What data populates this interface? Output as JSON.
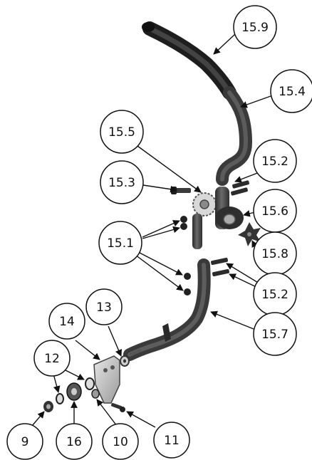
{
  "diagram": {
    "callouts": [
      {
        "id": "c-15-9",
        "label": "15.9"
      },
      {
        "id": "c-15-4",
        "label": "15.4"
      },
      {
        "id": "c-15-5",
        "label": "15.5"
      },
      {
        "id": "c-15-2a",
        "label": "15.2"
      },
      {
        "id": "c-15-3",
        "label": "15.3"
      },
      {
        "id": "c-15-6",
        "label": "15.6"
      },
      {
        "id": "c-15-1",
        "label": "15.1"
      },
      {
        "id": "c-15-8",
        "label": "15.8"
      },
      {
        "id": "c-15-2b",
        "label": "15.2"
      },
      {
        "id": "c-13",
        "label": "13"
      },
      {
        "id": "c-14",
        "label": "14"
      },
      {
        "id": "c-15-7",
        "label": "15.7"
      },
      {
        "id": "c-12",
        "label": "12"
      },
      {
        "id": "c-9",
        "label": "9"
      },
      {
        "id": "c-16",
        "label": "16"
      },
      {
        "id": "c-10",
        "label": "10"
      },
      {
        "id": "c-11",
        "label": "11"
      }
    ]
  }
}
